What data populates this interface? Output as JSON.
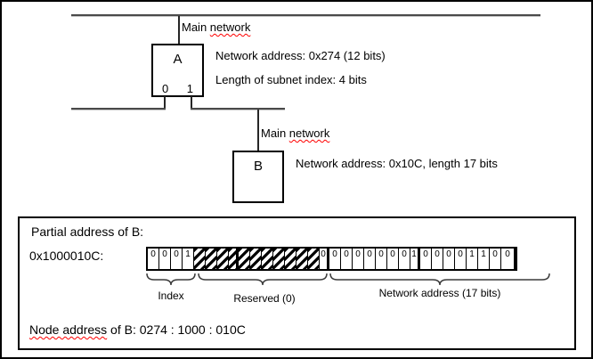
{
  "topology": {
    "main_network_1": {
      "prefix": "Main ",
      "word": "network"
    },
    "main_network_2": {
      "prefix": "Main ",
      "word": "network"
    },
    "node_a": {
      "label": "A",
      "port0": "0",
      "port1": "1",
      "info_line1": "Network address: 0x274 (12 bits)",
      "info_line2": "Length of subnet index: 4 bits"
    },
    "node_b": {
      "label": "B",
      "info_line1": "Network address: 0x10C, length 17 bits"
    }
  },
  "partial_address_panel": {
    "title": "Partial address of B:",
    "hex_value_label": "0x1000010C:",
    "bit_field": {
      "index_bits": [
        "0",
        "0",
        "0",
        "1"
      ],
      "reserved_bit_count": 11,
      "network_bits": [
        "0",
        "0",
        "0",
        "0",
        "0",
        "0",
        "0",
        "0",
        "1",
        "0",
        "0",
        "0",
        "0",
        "1",
        "1",
        "0",
        "0"
      ]
    },
    "labels": {
      "index": "Index",
      "reserved": "Reserved (0)",
      "network": "Network address (17 bits)"
    },
    "node_address": {
      "underlined": "Node address",
      "rest": " of B: 0274 : 1000 : 010C"
    }
  },
  "colors": {
    "spellcheck_squiggle": "#ff0000",
    "network_line": "#4a4a4a",
    "box_border": "#000000"
  }
}
